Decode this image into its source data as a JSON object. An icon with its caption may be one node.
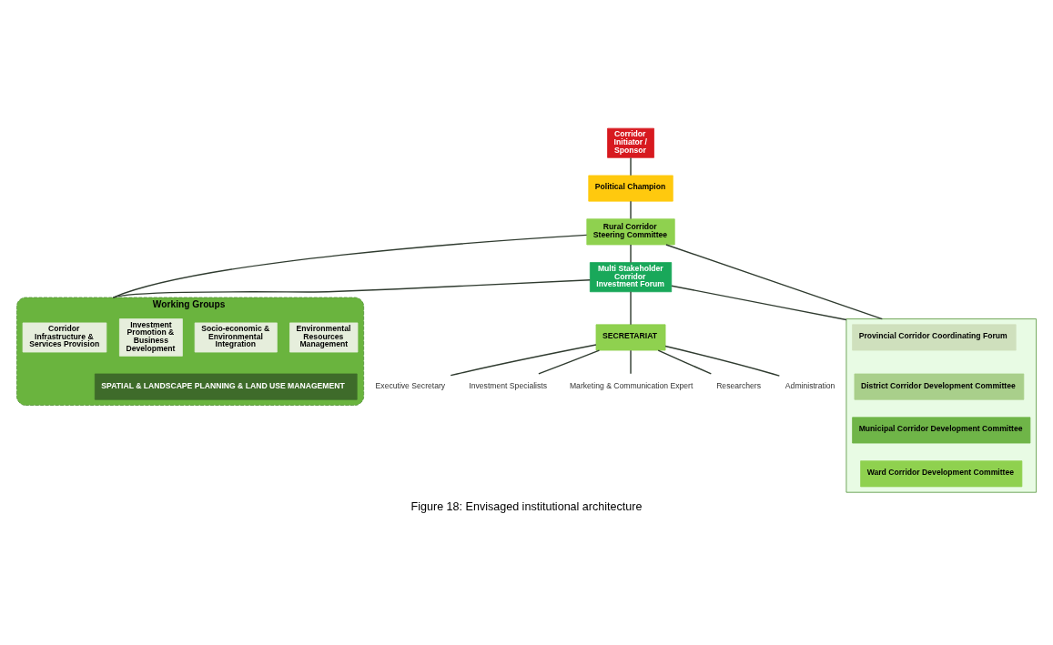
{
  "diagram": {
    "caption": "Figure 18: Envisaged institutional architecture",
    "nodes": [
      {
        "text": [
          "Corridor Initiator / Sponsor"
        ]
      },
      {
        "text": [
          "Political Champion"
        ]
      },
      {
        "text": [
          "Rural Corridor Steering Committee"
        ]
      },
      {
        "text": [
          "Multi Stakeholder Corridor Investment Forum"
        ]
      },
      {
        "text": [
          "Working Groups"
        ]
      },
      {
        "text": [
          "Corridor Infrastructure & Services Provision"
        ],
        "in": 4
      },
      {
        "text": [
          "Investment Promotion & Business Development"
        ],
        "in": 4
      },
      {
        "text": [
          "Socio-economic & Environmental Integration"
        ],
        "in": 4
      },
      {
        "text": [
          "Environmental Resources Management"
        ],
        "in": 4
      },
      {
        "text": [
          "SPATIAL & LANDSCAPE PLANNING & LAND USE MANAGEMENT"
        ],
        "in": 4
      },
      {
        "text": [],
        "shape": "box"
      },
      {
        "text": [
          "Provincial Corridor Coordinating Forum"
        ],
        "in": 10
      },
      {
        "text": [
          "District Corridor Development Committee"
        ],
        "in": 10
      },
      {
        "text": [
          "Municipal Corridor Development Committee"
        ],
        "in": 10
      },
      {
        "text": [
          "Ward Corridor Development Committee"
        ],
        "in": 10
      },
      {
        "text": [
          "SECRETARIAT"
        ]
      },
      {
        "text": [
          "Executive Secretary"
        ]
      },
      {
        "text": [
          "Investment Specialists"
        ]
      },
      {
        "text": [
          "Marketing & Communication Expert"
        ]
      },
      {
        "text": [
          "Researchers"
        ]
      },
      {
        "text": [
          "Administration"
        ]
      }
    ],
    "edges": [
      {
        "from": 0,
        "to": 1,
        "arrow": "none"
      },
      {
        "from": 1,
        "to": 2,
        "arrow": "none"
      },
      {
        "from": 2,
        "to": 3,
        "arrow": "none"
      },
      {
        "from": 2,
        "to": 4,
        "arrow": "none"
      },
      {
        "from": 2,
        "to": 10,
        "arrow": "none"
      },
      {
        "from": 3,
        "to": 4,
        "arrow": "none"
      },
      {
        "from": 3,
        "to": 10,
        "arrow": "none"
      },
      {
        "from": 3,
        "to": 15,
        "arrow": "none"
      },
      {
        "from": 15,
        "to": 16,
        "arrow": "none"
      },
      {
        "from": 15,
        "to": 17,
        "arrow": "none"
      },
      {
        "from": 15,
        "to": 18,
        "arrow": "none"
      },
      {
        "from": 15,
        "to": 19,
        "arrow": "none"
      },
      {
        "from": 15,
        "to": 20,
        "arrow": "none"
      }
    ]
  }
}
